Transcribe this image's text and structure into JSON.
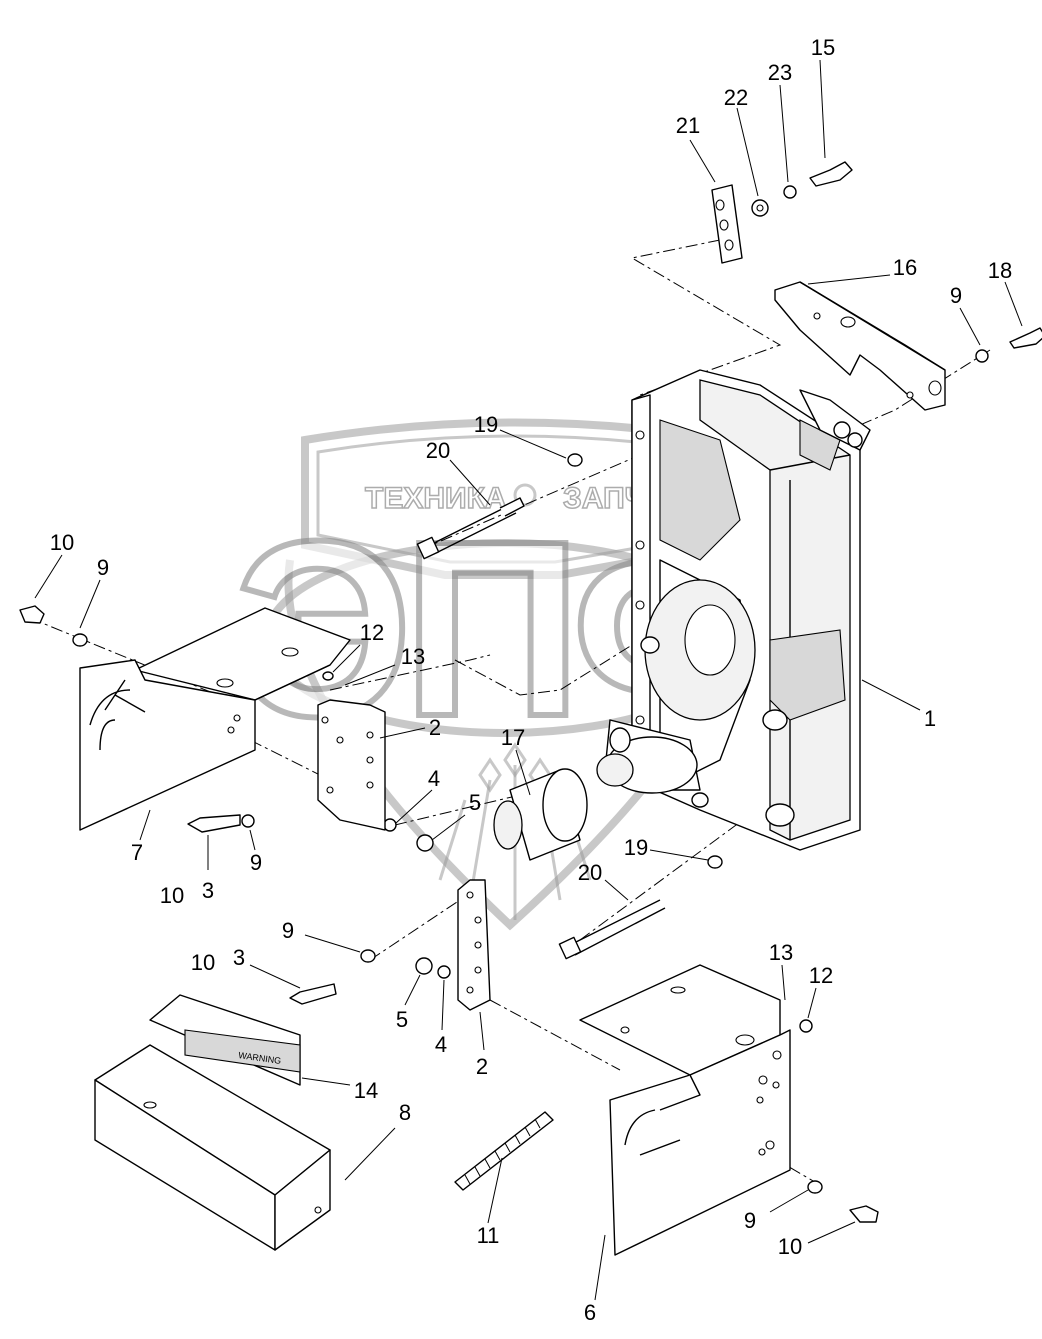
{
  "callouts": [
    {
      "id": "c1",
      "label": "1"
    },
    {
      "id": "c2a",
      "label": "2"
    },
    {
      "id": "c2b",
      "label": "2"
    },
    {
      "id": "c3a",
      "label": "3"
    },
    {
      "id": "c3b",
      "label": "3"
    },
    {
      "id": "c4a",
      "label": "4"
    },
    {
      "id": "c4b",
      "label": "4"
    },
    {
      "id": "c5a",
      "label": "5"
    },
    {
      "id": "c5b",
      "label": "5"
    },
    {
      "id": "c6",
      "label": "6"
    },
    {
      "id": "c7",
      "label": "7"
    },
    {
      "id": "c8",
      "label": "8"
    },
    {
      "id": "c9a",
      "label": "9"
    },
    {
      "id": "c9b",
      "label": "9"
    },
    {
      "id": "c9c",
      "label": "9"
    },
    {
      "id": "c9d",
      "label": "9"
    },
    {
      "id": "c9e",
      "label": "9"
    },
    {
      "id": "c10a",
      "label": "10"
    },
    {
      "id": "c10b",
      "label": "10"
    },
    {
      "id": "c10c",
      "label": "10"
    },
    {
      "id": "c10d",
      "label": "10"
    },
    {
      "id": "c11",
      "label": "11"
    },
    {
      "id": "c12a",
      "label": "12"
    },
    {
      "id": "c12b",
      "label": "12"
    },
    {
      "id": "c13a",
      "label": "13"
    },
    {
      "id": "c13b",
      "label": "13"
    },
    {
      "id": "c14",
      "label": "14"
    },
    {
      "id": "c15",
      "label": "15"
    },
    {
      "id": "c16",
      "label": "16"
    },
    {
      "id": "c17",
      "label": "17"
    },
    {
      "id": "c18",
      "label": "18"
    },
    {
      "id": "c19a",
      "label": "19"
    },
    {
      "id": "c19b",
      "label": "19"
    },
    {
      "id": "c20a",
      "label": "20"
    },
    {
      "id": "c20b",
      "label": "20"
    },
    {
      "id": "c21",
      "label": "21"
    },
    {
      "id": "c22",
      "label": "22"
    },
    {
      "id": "c23",
      "label": "23"
    }
  ],
  "watermark": {
    "top_left": "ТЕХНИКА",
    "top_right": "ЗАПЧАСТИ",
    "logo": "ЭПФ"
  },
  "decal_text": "WARNING"
}
